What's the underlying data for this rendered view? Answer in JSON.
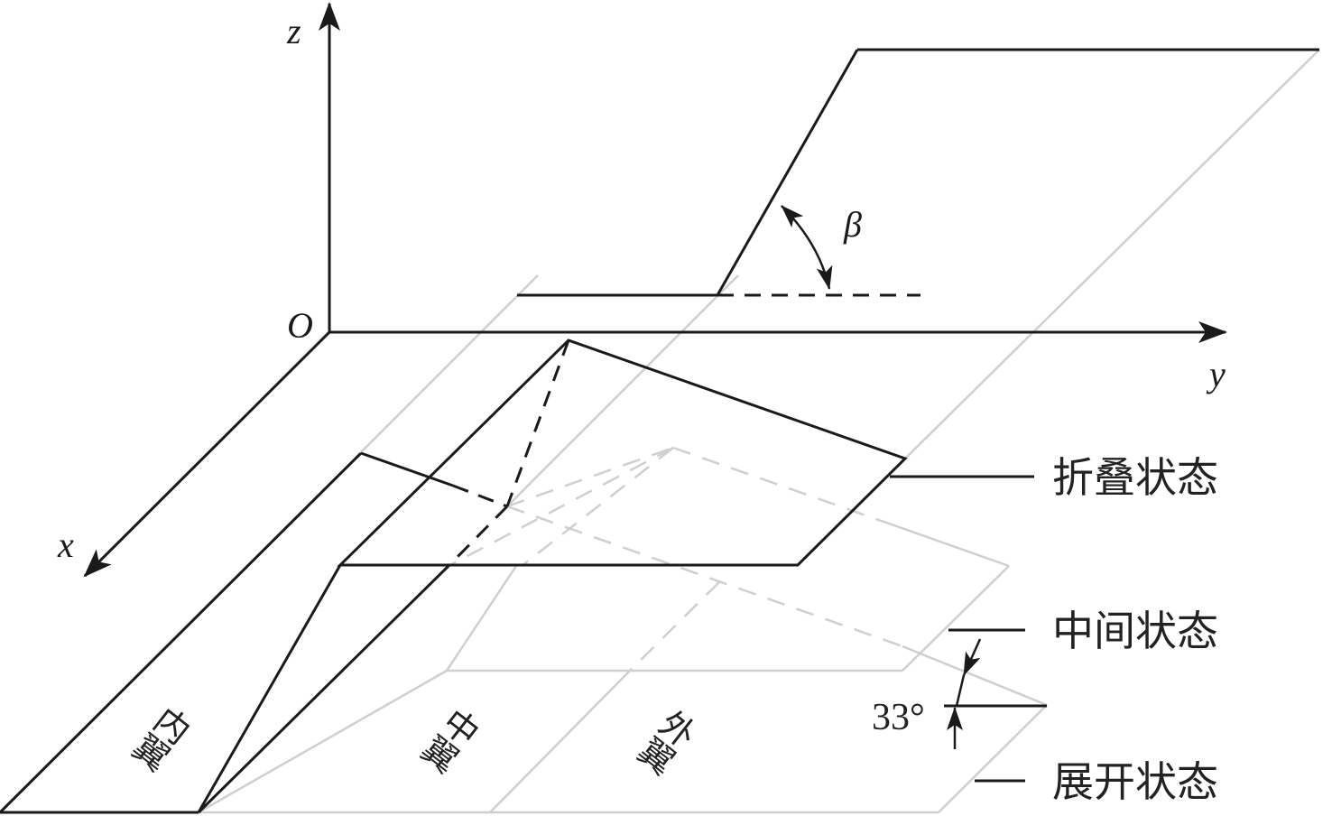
{
  "axes": {
    "z": "z",
    "y": "y",
    "x": "x",
    "origin": "O"
  },
  "angle_symbol": "β",
  "angle_value": "33°",
  "states": {
    "folded": "折叠状态",
    "intermediate": "中间状态",
    "unfolded": "展开状态"
  },
  "wings": {
    "inner": "内翼",
    "middle": "中翼",
    "outer": "外翼"
  },
  "colors": {
    "line": "#1a1a1a",
    "ghost": "#cfcfcf"
  }
}
